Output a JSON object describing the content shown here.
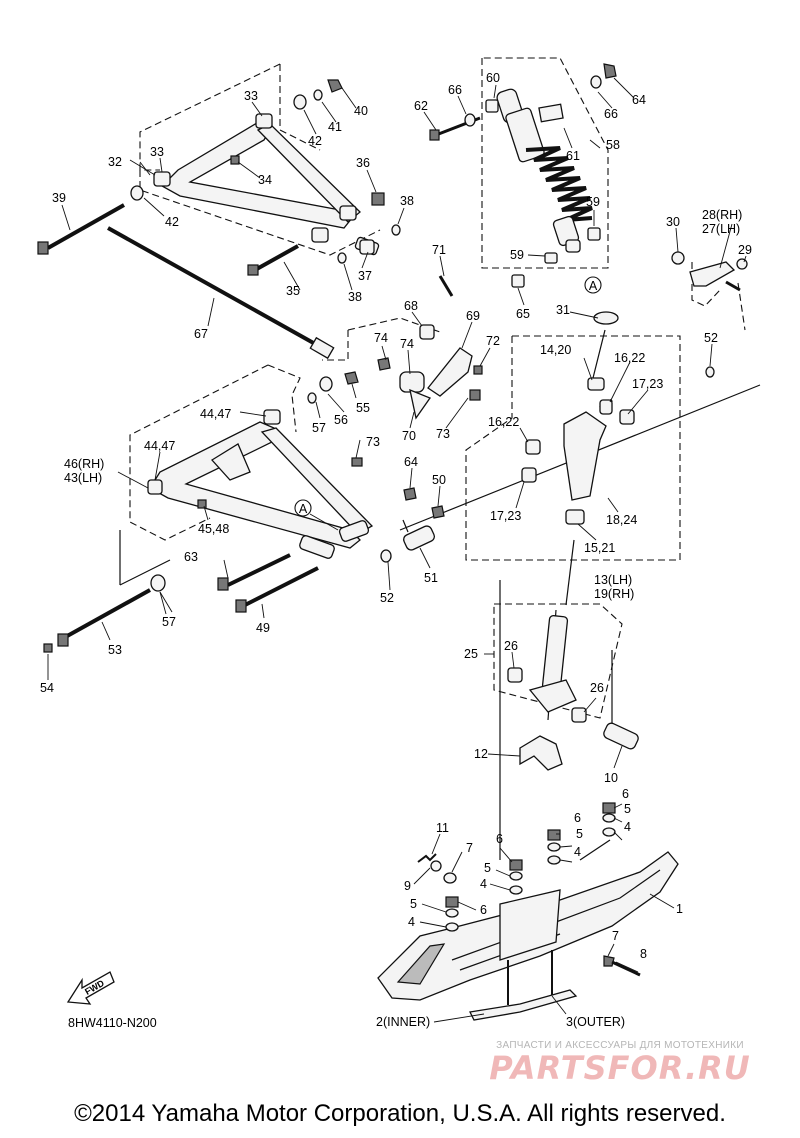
{
  "diagram": {
    "code": "8HW4110-N200",
    "fwd_label": "FWD",
    "labels": {
      "l1": "1",
      "l2": "2(INNER)",
      "l3": "3(OUTER)",
      "l4a": "4",
      "l4b": "4",
      "l4c": "4",
      "l4d": "4",
      "l5a": "5",
      "l5b": "5",
      "l5c": "5",
      "l5d": "5",
      "l6a": "6",
      "l6b": "6",
      "l6c": "6",
      "l6d": "6",
      "l7a": "7",
      "l7b": "7",
      "l8": "8",
      "l9": "9",
      "l10": "10",
      "l11": "11",
      "l12": "12",
      "l13": "13(LH)",
      "l19": "19(RH)",
      "l14": "14,20",
      "l15": "15,21",
      "l16a": "16,22",
      "l16b": "16,22",
      "l17a": "17,23",
      "l17b": "17,23",
      "l18": "18,24",
      "l25": "25",
      "l26a": "26",
      "l26b": "26",
      "l27": "27(LH)",
      "l28": "28(RH)",
      "l29": "29",
      "l30": "30",
      "l31": "31",
      "l32": "32",
      "l33a": "33",
      "l33b": "33",
      "l34": "34",
      "l35": "35",
      "l36": "36",
      "l37": "37",
      "l38a": "38",
      "l38b": "38",
      "l39": "39",
      "l40": "40",
      "l41": "41",
      "l42a": "42",
      "l42b": "42",
      "l43": "43(LH)",
      "l46": "46(RH)",
      "l44a": "44,47",
      "l44b": "44,47",
      "l45": "45,48",
      "l49": "49",
      "l50": "50",
      "l51": "51",
      "l52a": "52",
      "l52b": "52",
      "l53": "53",
      "l54": "54",
      "l55": "55",
      "l56": "56",
      "l57a": "57",
      "l57b": "57",
      "l58": "58",
      "l59a": "59",
      "l59b": "59",
      "l60": "60",
      "l61": "61",
      "l62": "62",
      "l63": "63",
      "l64a": "64",
      "l64b": "64",
      "l65": "65",
      "l66a": "66",
      "l66b": "66",
      "l67": "67",
      "l68": "68",
      "l69": "69",
      "l70": "70",
      "l71": "71",
      "l72": "72",
      "l73a": "73",
      "l73b": "73",
      "l74a": "74",
      "l74b": "74",
      "marker_a1": "A",
      "marker_a2": "A"
    }
  },
  "watermark": {
    "tagline": "ЗАПЧАСТИ И АКСЕССУАРЫ ДЛЯ МОТОТЕХНИКИ",
    "logo": "PARTSFOR.RU"
  },
  "footer": {
    "copyright": "©2014 Yamaha Motor Corporation, U.S.A. All rights reserved."
  }
}
